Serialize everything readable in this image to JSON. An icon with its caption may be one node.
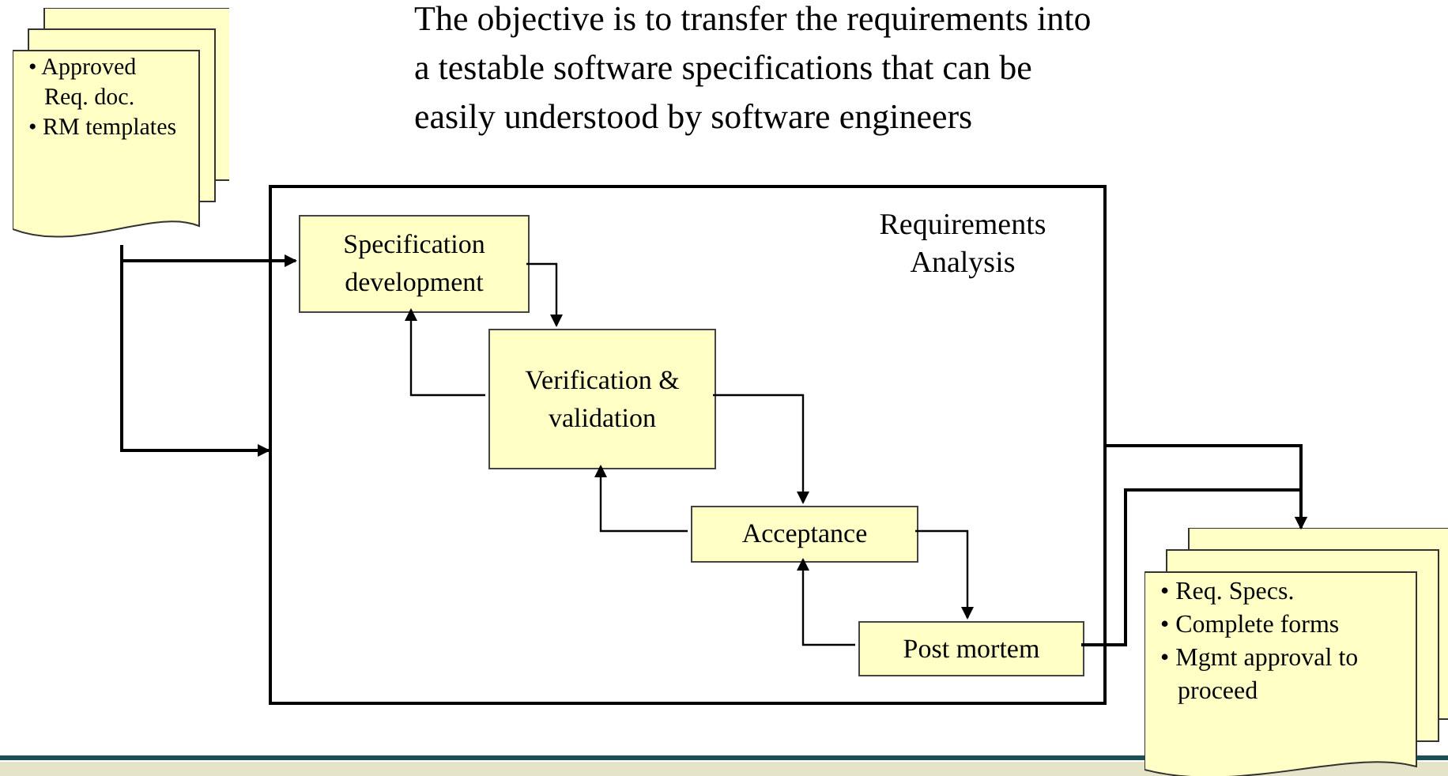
{
  "diagram": {
    "title": "The objective is to transfer the requirements into a testable software specifications that can be easily understood by software engineers",
    "nodes": [
      {
        "text": [
          "• Approved Req. doc.",
          "• RM templates"
        ]
      },
      {
        "text": [
          "Requirements Analysis"
        ]
      },
      {
        "text": [
          "Specification development"
        ],
        "in": 1
      },
      {
        "text": [
          "Verification & validation"
        ],
        "in": 1
      },
      {
        "text": [
          "Acceptance"
        ],
        "in": 1
      },
      {
        "text": [
          "Post mortem"
        ],
        "in": 1
      },
      {
        "text": [
          "• Req. Specs.",
          "• Complete forms",
          "• Mgmt approval to proceed"
        ]
      }
    ],
    "edges": [
      {
        "from": 0,
        "to": 2,
        "arrow": "to"
      },
      {
        "from": 0,
        "to": 1,
        "arrow": "to"
      },
      {
        "from": 2,
        "to": 3,
        "arrow": "to"
      },
      {
        "from": 3,
        "to": 2,
        "arrow": "to"
      },
      {
        "from": 3,
        "to": 4,
        "arrow": "to"
      },
      {
        "from": 4,
        "to": 3,
        "arrow": "to"
      },
      {
        "from": 4,
        "to": 5,
        "arrow": "to"
      },
      {
        "from": 5,
        "to": 4,
        "arrow": "to"
      },
      {
        "from": 1,
        "to": 6,
        "arrow": "to"
      },
      {
        "from": 5,
        "to": 6,
        "arrow": "to"
      }
    ]
  }
}
